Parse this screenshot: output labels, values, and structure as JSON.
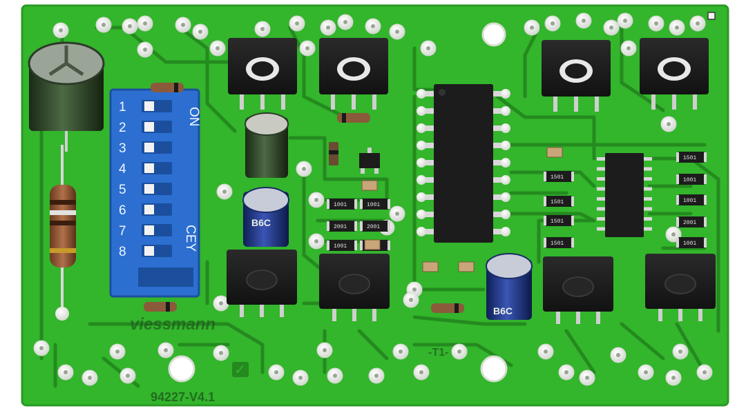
{
  "board": {
    "colors": {
      "pcb": "#33b52c",
      "pcb_edge": "#2a9a24",
      "trace": "#248a1f",
      "pad": "#f4f4f0",
      "dip_blue": "#2c6fd1",
      "ic_black": "#1c1c1c",
      "silk_white": "#e8efe6"
    },
    "part_number": "94227-V4.1",
    "transistor_marker": "-T1-",
    "brand": "viessmann",
    "check_mark": "✓",
    "dip_switch": {
      "label_on": "ON",
      "label_cey": "CEY",
      "positions": [
        "1",
        "2",
        "3",
        "4",
        "5",
        "6",
        "7",
        "8"
      ]
    },
    "capacitor_marks": [
      "B6C",
      "B6C"
    ],
    "resistor_codes": [
      "1001",
      "1001",
      "2001",
      "2001",
      "1001",
      "1001",
      "1501",
      "1501",
      "1501",
      "1501",
      "1501",
      "1001",
      "1001",
      "2001",
      "1001"
    ],
    "icons": [
      "electrolytic-capacitor-icon",
      "dip-switch-icon",
      "ic-chip-icon",
      "power-transistor-icon",
      "resistor-icon",
      "diode-icon",
      "checkmark-icon"
    ]
  }
}
